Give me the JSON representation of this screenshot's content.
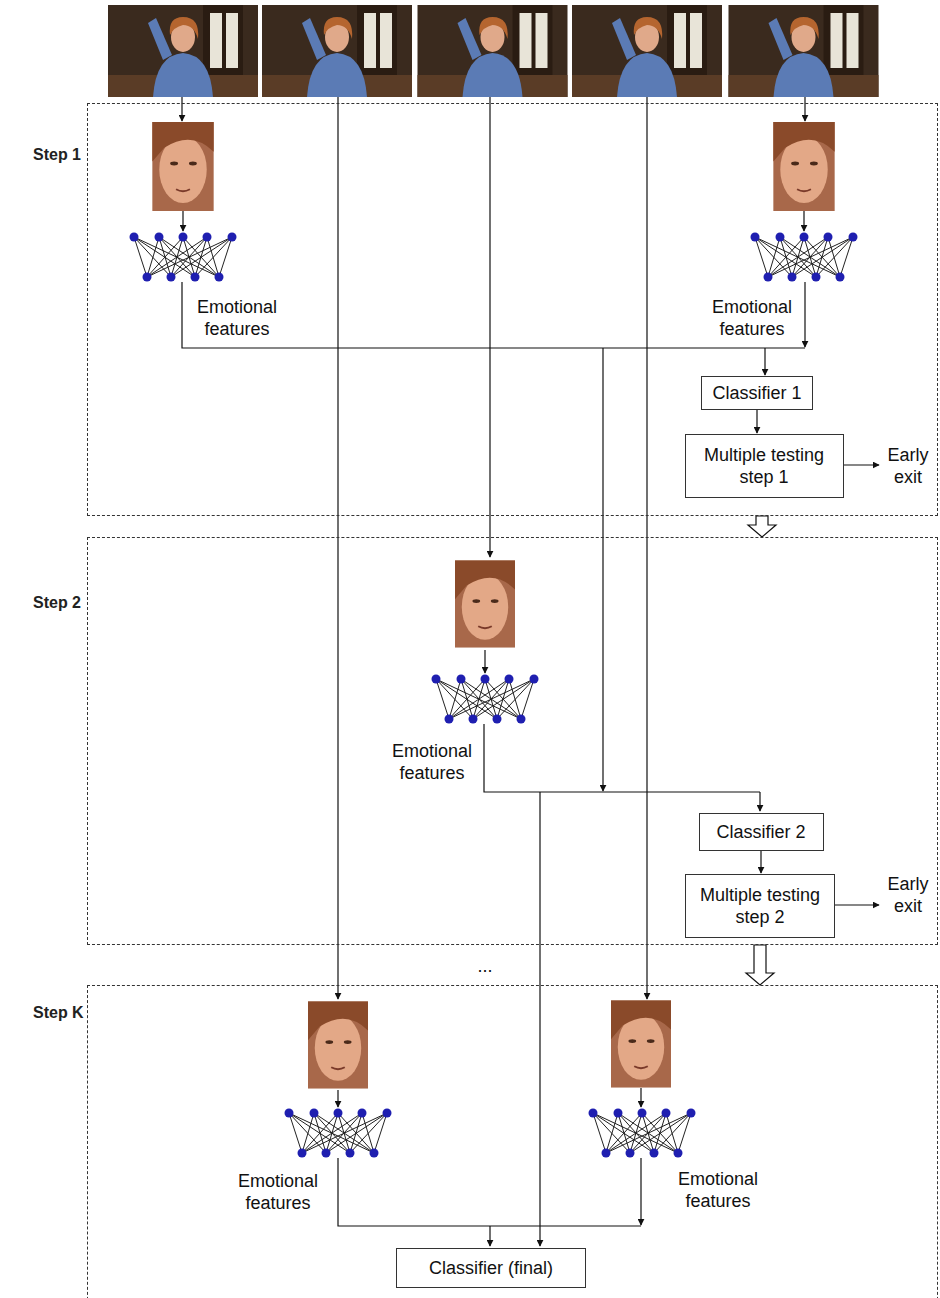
{
  "diagram": {
    "nodes": [
      {
        "text": [
          "Step 1"
        ]
      },
      {
        "text": [
          "Classifier 1"
        ],
        "in": 0
      },
      {
        "text": [
          "Multiple testing step 1"
        ],
        "in": 0
      },
      {
        "text": [
          "Step 2"
        ]
      },
      {
        "text": [
          "Classifier 2"
        ],
        "in": 3
      },
      {
        "text": [
          "Multiple testing step 2"
        ],
        "in": 3
      },
      {
        "text": [
          "Step K"
        ]
      },
      {
        "text": [
          "Classifier (final)"
        ],
        "in": 6
      }
    ],
    "edges": [
      {
        "from": 1,
        "to": 2,
        "arrow": "to"
      },
      {
        "from": 0,
        "to": 3,
        "arrow": "to"
      },
      {
        "from": 4,
        "to": 5,
        "arrow": "to"
      },
      {
        "from": 3,
        "to": 6,
        "arrow": "to"
      }
    ],
    "labels": [
      "Emotional features",
      "Emotional features",
      "Early exit",
      "Emotional features",
      "Early exit",
      "...",
      "Emotional features",
      "Emotional features"
    ]
  }
}
